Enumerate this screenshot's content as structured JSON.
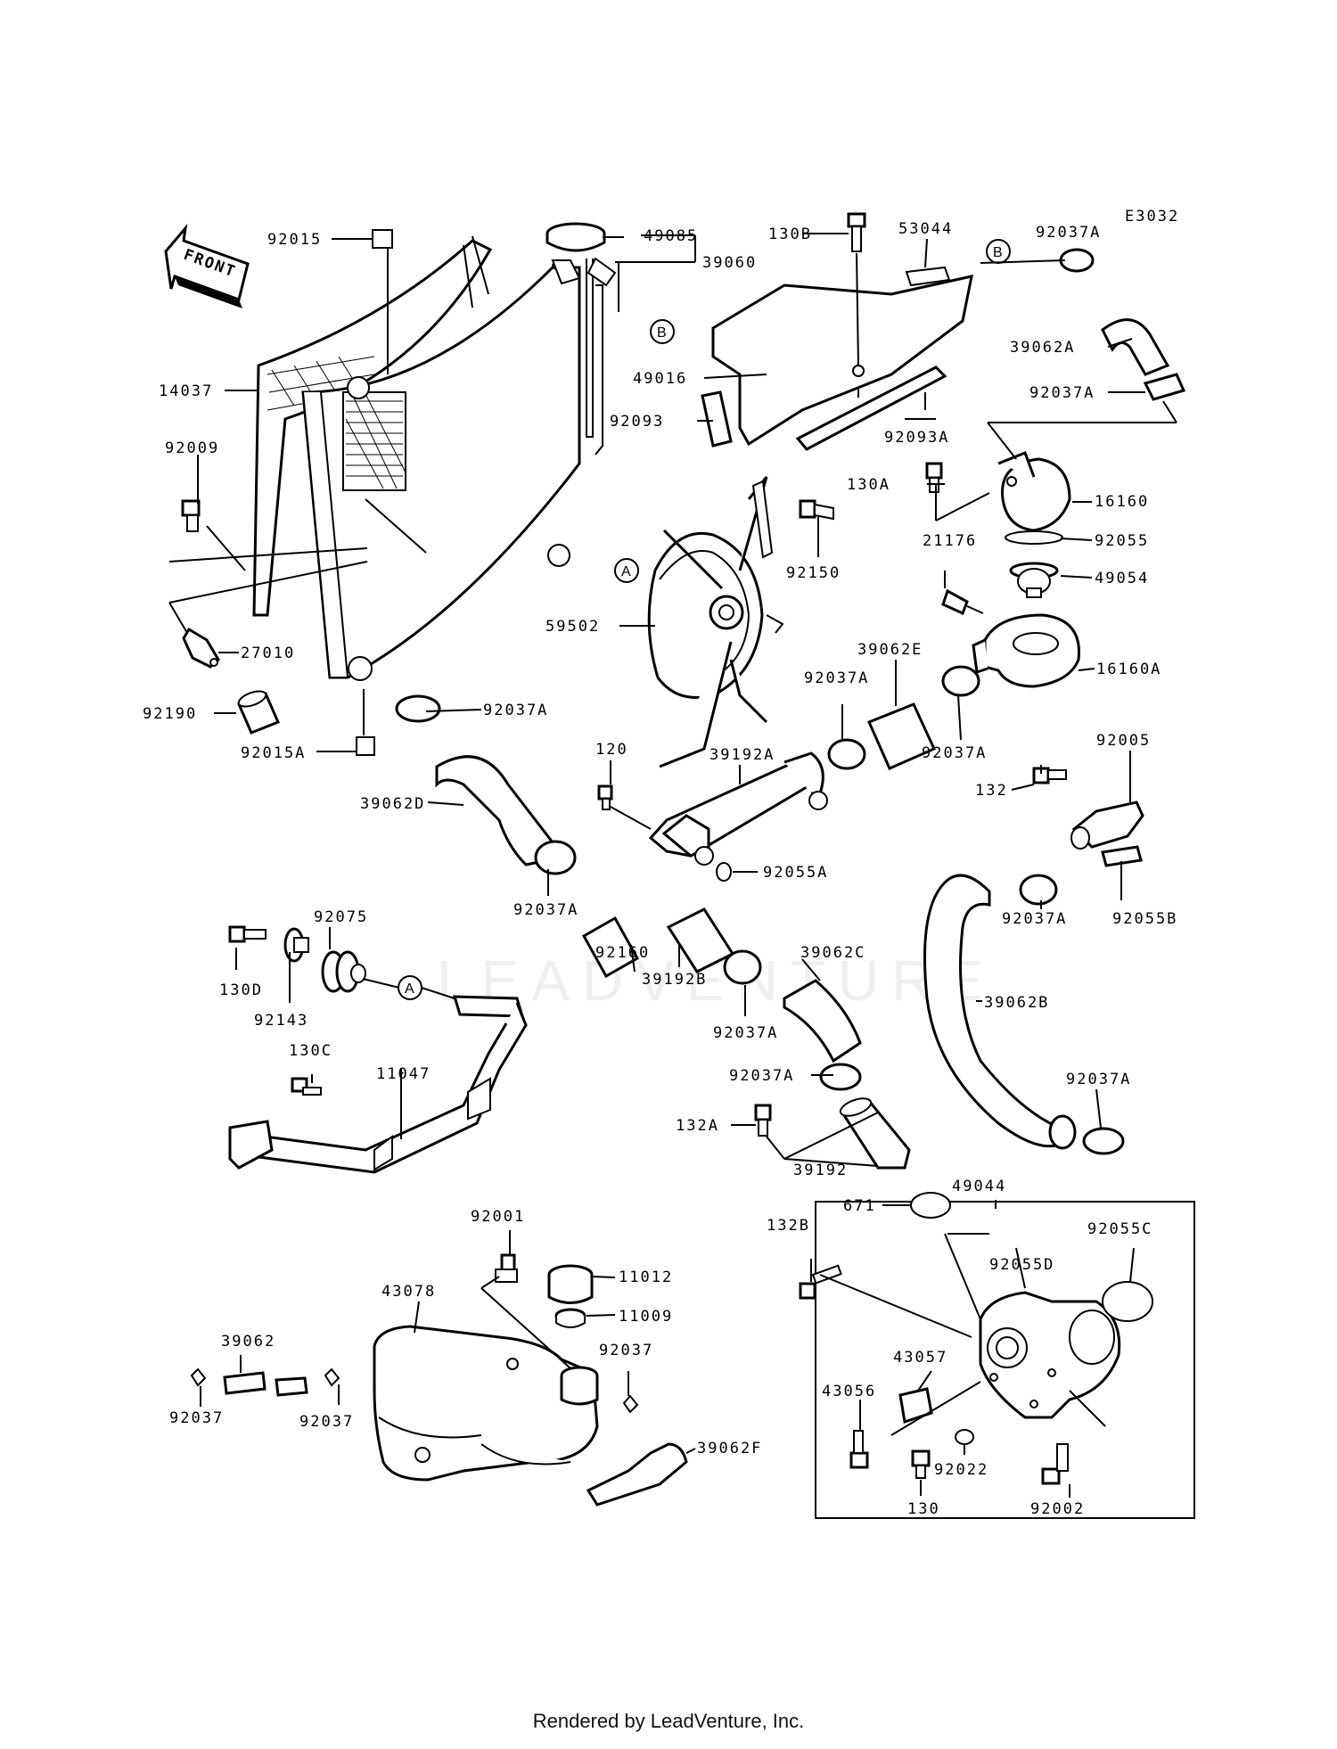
{
  "diagram_code": "E3032",
  "front_arrow_label": "FRONT",
  "watermark": "LEADVENTURE",
  "footer": "Rendered by LeadVenture, Inc.",
  "refs": {
    "A": "A",
    "B": "B"
  },
  "labels": {
    "p92015": "92015",
    "p49085": "49085",
    "p39060": "39060",
    "p130B": "130B",
    "p53044": "53044",
    "p92037A_1": "92037A",
    "p14037": "14037",
    "p49016": "49016",
    "p39062A": "39062A",
    "p92037A_2": "92037A",
    "p92009": "92009",
    "p92093": "92093",
    "p92093A": "92093A",
    "p130A": "130A",
    "p16160": "16160",
    "p92055": "92055",
    "p92150": "92150",
    "p21176": "21176",
    "p49054": "49054",
    "p59502": "59502",
    "p27010": "27010",
    "p39062E": "39062E",
    "p16160A": "16160A",
    "p92037A_3": "92037A",
    "p92190": "92190",
    "p92037A_4": "92037A",
    "p92015A": "92015A",
    "p120": "120",
    "p39192A": "39192A",
    "p92037A_5": "92037A",
    "p92005": "92005",
    "p132": "132",
    "p39062D": "39062D",
    "p92055A": "92055A",
    "p92055B": "92055B",
    "p92037A_6": "92037A",
    "p92037A_7": "92037A",
    "p92075": "92075",
    "p92160": "92160",
    "p39062C": "39062C",
    "p130D": "130D",
    "p39192B": "39192B",
    "p92143": "92143",
    "p39062B": "39062B",
    "p92037A_8": "92037A",
    "p130C": "130C",
    "p11047": "11047",
    "p92037A_9": "92037A",
    "p92037A_10": "92037A",
    "p132A": "132A",
    "p39192": "39192",
    "p671": "671",
    "p49044": "49044",
    "p92001": "92001",
    "p132B": "132B",
    "p92055C": "92055C",
    "p11012": "11012",
    "p43078": "43078",
    "p92055D": "92055D",
    "p11009": "11009",
    "p39062": "39062",
    "p92037_1": "92037",
    "p43057": "43057",
    "p43056": "43056",
    "p92037_2": "92037",
    "p92037_3": "92037",
    "p39062F": "39062F",
    "p92022": "92022",
    "p92002": "92002",
    "p130": "130"
  }
}
